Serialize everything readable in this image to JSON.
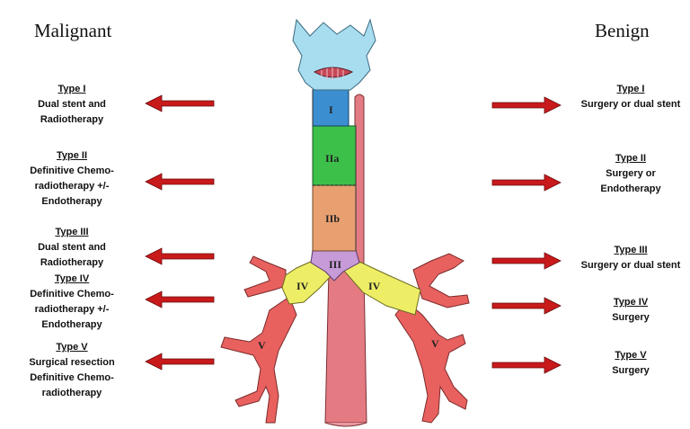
{
  "headings": {
    "left": "Malignant",
    "right": "Benign"
  },
  "malignant": [
    {
      "type": "Type I",
      "body": "Dual stent and\nRadiotherapy"
    },
    {
      "type": "Type II",
      "body": "Definitive Chemo-\nradiotherapy +/-\nEndotherapy"
    },
    {
      "type": "Type III",
      "body": "Dual stent and\nRadiotherapy"
    },
    {
      "type": "Type IV",
      "body": "Definitive Chemo-\nradiotherapy +/-\nEndotherapy"
    },
    {
      "type": "Type V",
      "body": "Surgical resection\nDefinitive Chemo-\nradiotherapy"
    }
  ],
  "benign": [
    {
      "type": "Type I",
      "body": "Surgery or dual stent"
    },
    {
      "type": "Type II",
      "body": "Surgery or\nEndotherapy"
    },
    {
      "type": "Type III",
      "body": "Surgery or dual stent"
    },
    {
      "type": "Type IV",
      "body": "Surgery"
    },
    {
      "type": "Type V",
      "body": "Surgery"
    }
  ],
  "diagram_labels": {
    "zone_1": "I",
    "zone_2a": "IIa",
    "zone_2b": "IIb",
    "zone_3": "III",
    "zone_4_left": "IV",
    "zone_4_right": "IV",
    "zone_5_left": "V",
    "zone_5_right": "V"
  },
  "colors": {
    "arrow": "#c8191b",
    "zone_1": "#3b8fd0",
    "zone_2a": "#3cc04a",
    "zone_2b": "#e8a070",
    "zone_3": "#c79ad8",
    "zone_4": "#eeee66",
    "bronchi": "#e46d6b",
    "larynx": "#a8dcef"
  }
}
